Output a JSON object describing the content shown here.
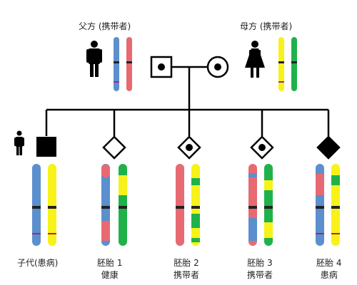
{
  "parents": {
    "father_label": "父方 (携带者)",
    "mother_label": "母方 (携带者)"
  },
  "offspring": [
    {
      "name": "子代(患病)",
      "status": ""
    },
    {
      "name": "胚胎 1",
      "status": "健康"
    },
    {
      "name": "胚胎 2",
      "status": "携带者"
    },
    {
      "name": "胚胎 3",
      "status": "携带者"
    },
    {
      "name": "胚胎 4",
      "status": "患病"
    }
  ],
  "colors": {
    "blue": "#5b8fce",
    "pink": "#e76a73",
    "yellow": "#f7f21a",
    "green": "#20b24a",
    "line": "#000000"
  }
}
